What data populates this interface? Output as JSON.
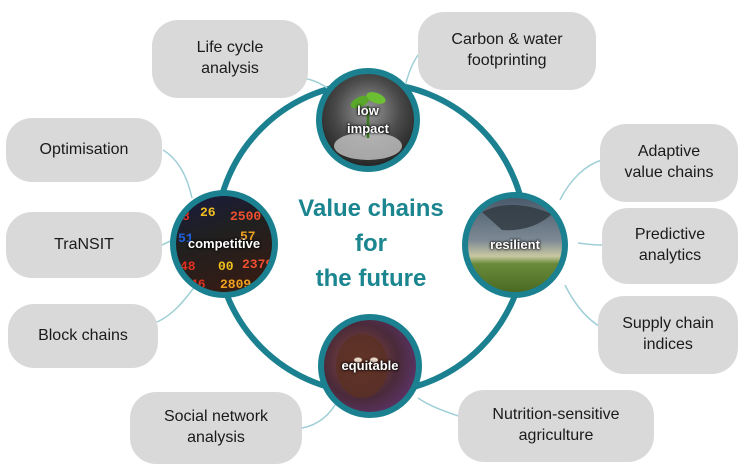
{
  "title": "Value chains\nfor\nthe future",
  "hubs": {
    "top": {
      "label": "low\nimpact"
    },
    "left": {
      "label": "competitive"
    },
    "right": {
      "label": "resilient"
    },
    "bottom": {
      "label": "equitable"
    }
  },
  "topics": {
    "life_cycle": "Life cycle\nanalysis",
    "carbon_water": "Carbon & water\nfootprinting",
    "optimisation": "Optimisation",
    "transit": "TraNSIT",
    "block_chains": "Block chains",
    "adaptive": "Adaptive\nvalue chains",
    "predictive": "Predictive\nanalytics",
    "supply_chain": "Supply chain\nindices",
    "social_network": "Social network\nanalysis",
    "nutrition": "Nutrition-sensitive\nagriculture"
  },
  "colors": {
    "ring": "#1b8090",
    "title": "#1b8590",
    "pill": "#d9d9d9",
    "connector": "#9fcfd6"
  }
}
